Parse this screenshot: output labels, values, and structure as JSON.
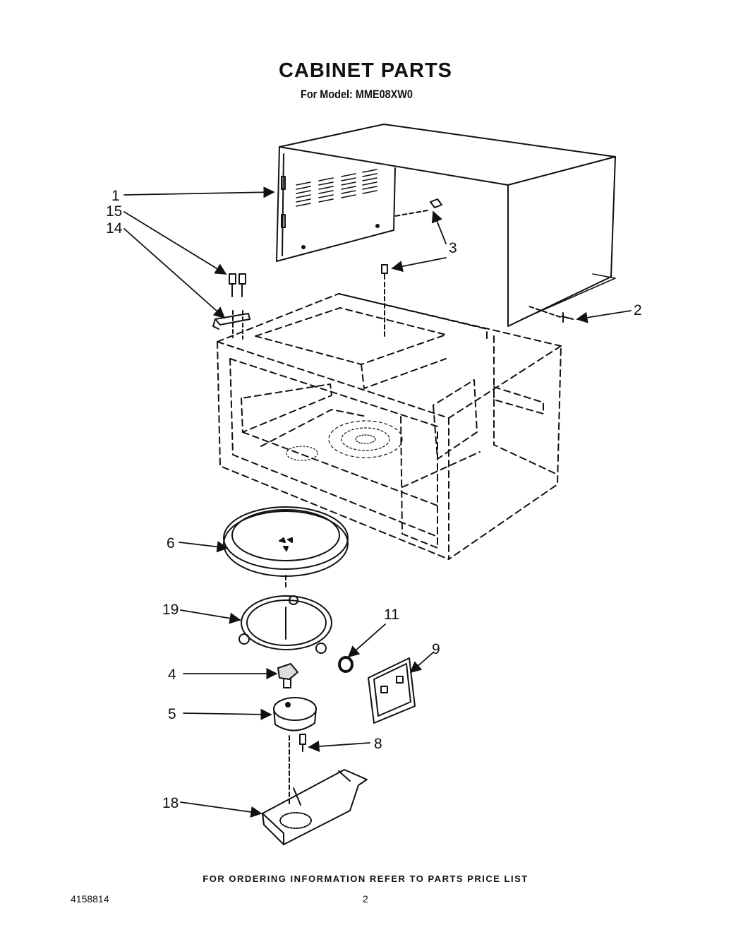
{
  "title": "CABINET PARTS",
  "subtitle": "For Model: MME08XW0",
  "footer_note": "FOR ORDERING INFORMATION REFER TO PARTS PRICE LIST",
  "doc_number": "4158814",
  "page_number": "2",
  "callouts": {
    "c1": "1",
    "c15": "15",
    "c14": "14",
    "c3": "3",
    "c2": "2",
    "c6": "6",
    "c19": "19",
    "c11": "11",
    "c9": "9",
    "c4": "4",
    "c5": "5",
    "c8": "8",
    "c18": "18"
  }
}
